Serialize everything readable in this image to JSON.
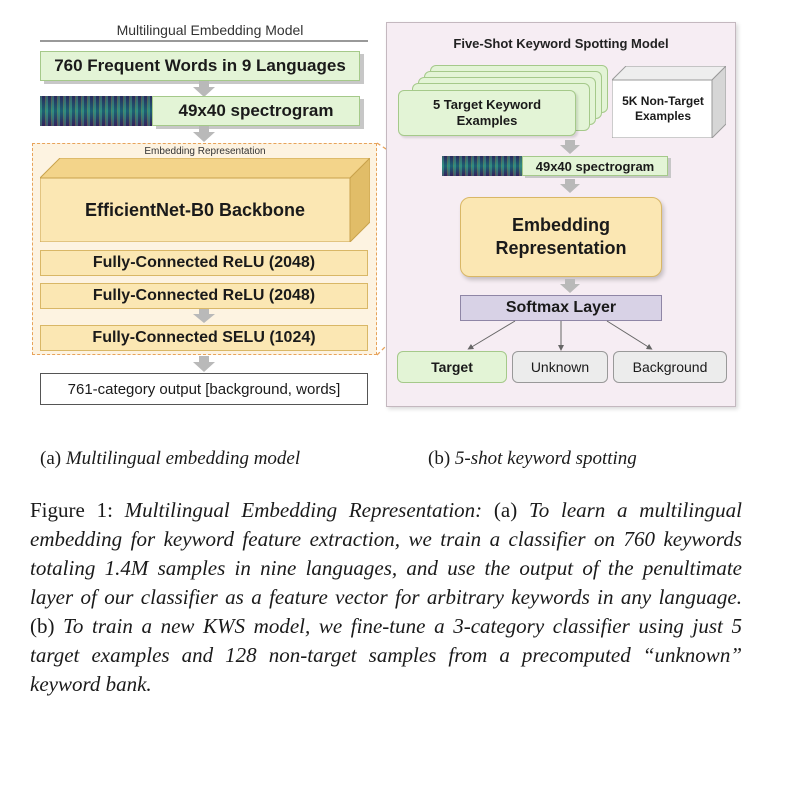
{
  "panel_a": {
    "title": "Multilingual Embedding Model",
    "input_words": "760 Frequent Words in 9 Languages",
    "spectrogram": "49x40 spectrogram",
    "embedding_label": "Embedding Representation",
    "backbone": "EfficientNet-B0 Backbone",
    "fc1": "Fully-Connected ReLU (2048)",
    "fc2": "Fully-Connected ReLU (2048)",
    "fc3": "Fully-Connected SELU (1024)",
    "output": "761-category output [background, words]"
  },
  "panel_b": {
    "title": "Five-Shot Keyword Spotting Model",
    "target_examples": "5 Target Keyword Examples",
    "non_target_examples": "5K Non-Target Examples",
    "spectrogram": "49x40 spectrogram",
    "embedding": "Embedding Representation",
    "softmax": "Softmax Layer",
    "outputs": [
      "Target",
      "Unknown",
      "Background"
    ]
  },
  "subcaptions": {
    "a_label": "(a)",
    "a_text": "Multilingual embedding model",
    "b_label": "(b)",
    "b_text": "5-shot keyword spotting"
  },
  "caption": {
    "fig_label": "Figure 1:",
    "title": "Multilingual Embedding Representation:",
    "a_label": "(a)",
    "a_text": "To learn a multilingual embedding for keyword feature extraction, we train a classifier on 760 keywords totaling 1.4M samples in nine languages, and use the output of the penultimate layer of our classifier as a feature vector for arbitrary keywords in any language.",
    "b_label": "(b)",
    "b_text": "To train a new KWS model, we fine-tune a 3-category classifier using just 5 target examples and 128 non-target samples from a precomputed “unknown” keyword bank."
  },
  "colors": {
    "green_fill": "#e3f4d6",
    "yellow_fill": "#fbe7b3",
    "panel_b_bg": "#f6edf3",
    "softmax_fill": "#d8d2e6",
    "dashed_orange": "#e8a35a"
  }
}
